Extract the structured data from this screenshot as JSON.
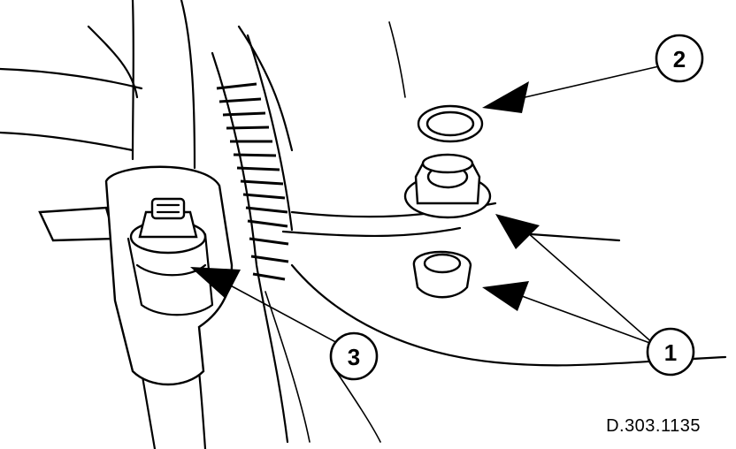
{
  "callouts": [
    {
      "id": "1",
      "label": "1"
    },
    {
      "id": "2",
      "label": "2"
    },
    {
      "id": "3",
      "label": "3"
    }
  ],
  "reference_code": "D.303.1135"
}
